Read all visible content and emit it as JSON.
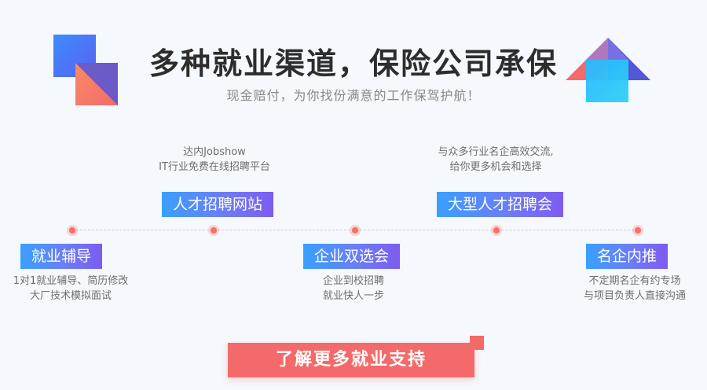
{
  "header": {
    "title": "多种就业渠道，保险公司承保",
    "subtitle": "现金赔付，为你找份满意的工作保驾护航！"
  },
  "timeline": {
    "upper": [
      {
        "label": "人才招聘网站",
        "desc": [
          "达内Jobshow",
          "IT行业免费在线招聘平台"
        ]
      },
      {
        "label": "大型人才招聘会",
        "desc": [
          "与众多行业名企高效交流,",
          "给你更多机会和选择"
        ]
      }
    ],
    "lower": [
      {
        "label": "就业辅导",
        "desc": [
          "1对1就业辅导、简历修改",
          "大厂技术模拟面试"
        ]
      },
      {
        "label": "企业双选会",
        "desc": [
          "企业到校招聘",
          "就业快人一步"
        ]
      },
      {
        "label": "名企内推",
        "desc": [
          "不定期名企有约专场",
          "与项目负责人直接沟通"
        ]
      }
    ]
  },
  "cta": {
    "label": "了解更多就业支持"
  },
  "colors": {
    "accent": "#f77067",
    "pill_start": "#3aa0ff",
    "pill_end": "#7d5cf0",
    "cta": "#f46a6a"
  }
}
